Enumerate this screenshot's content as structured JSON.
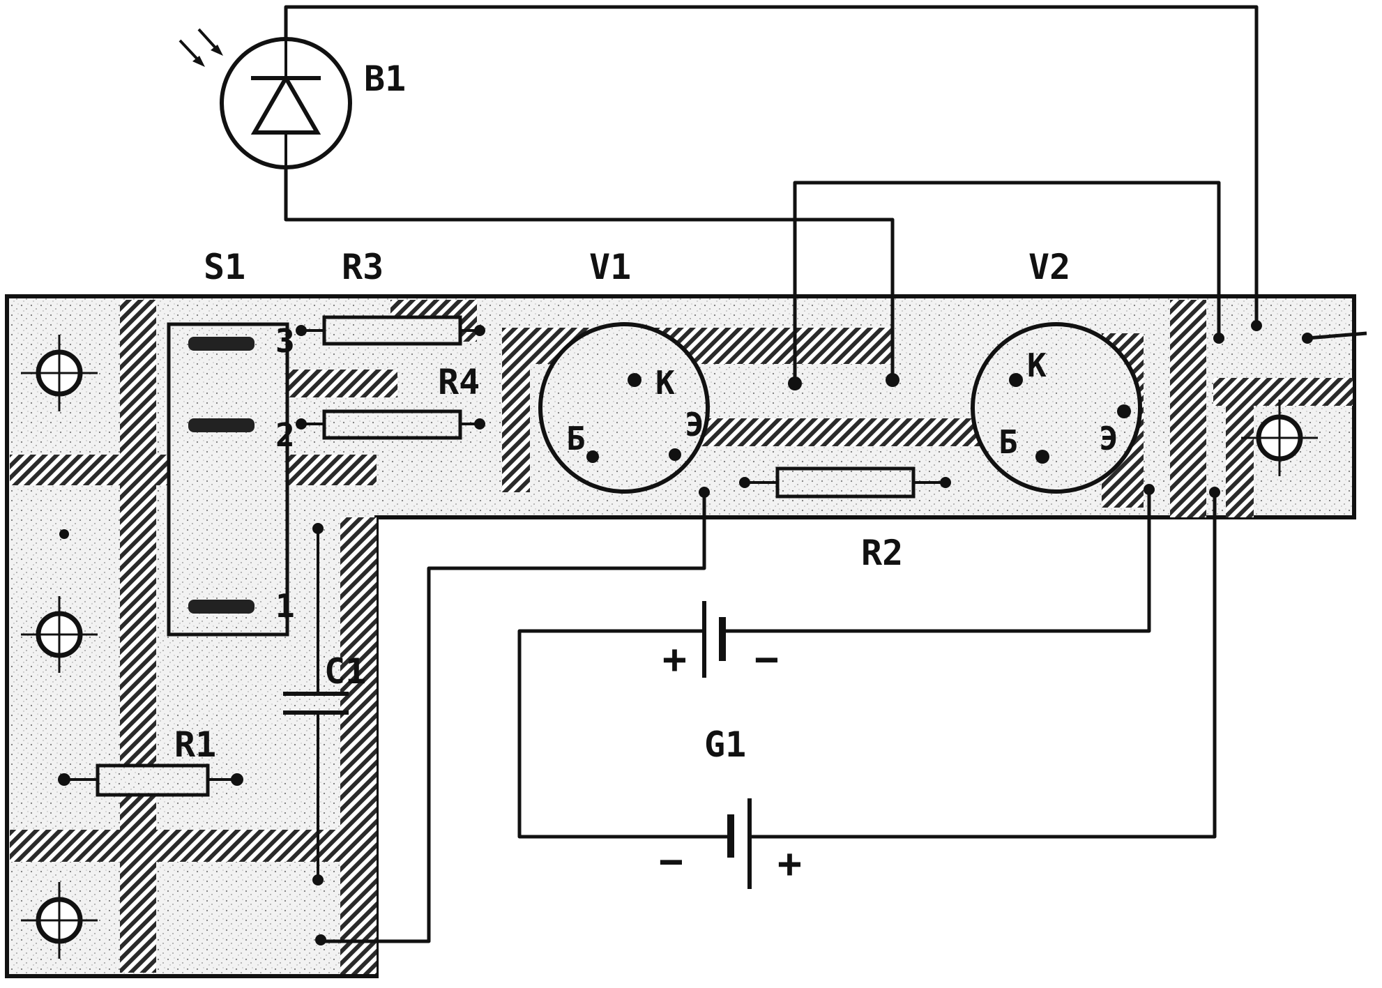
{
  "labels": {
    "photodiode": "B1",
    "switch": "S1",
    "r1": "R1",
    "r2": "R2",
    "r3": "R3",
    "r4": "R4",
    "c1": "C1",
    "v1": "V1",
    "v2": "V2",
    "battery": "G1"
  },
  "switch_positions": [
    "1",
    "2",
    "3"
  ],
  "transistor_pins": {
    "collector": "К",
    "emitter": "Э",
    "base": "Б"
  },
  "battery_signs": {
    "plus": "+",
    "minus": "−"
  },
  "colors": {
    "ink": "#111111",
    "board": "#f1f1f1",
    "hatch": "#2a2a2a"
  }
}
